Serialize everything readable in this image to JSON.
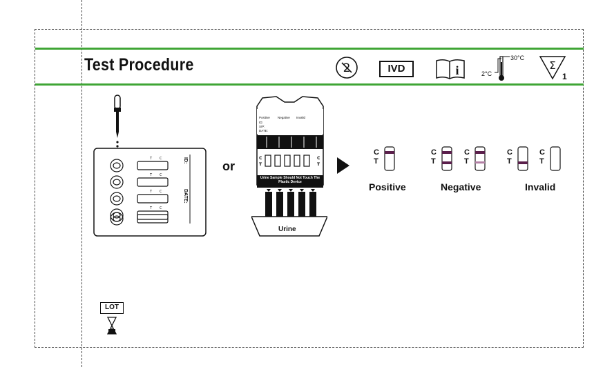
{
  "header": {
    "title": "Test Procedure",
    "symbols": {
      "do_not_reuse": "do-not-reuse-icon",
      "ivd": "IVD",
      "consult_instructions": "info-book-icon",
      "temp_low": "2°C",
      "temp_high": "30°C",
      "sigma_count": "1"
    }
  },
  "devices": {
    "cassette": {
      "id_label": "ID:",
      "date_label": "DATE:"
    },
    "connector": "or",
    "dipcard": {
      "top_labels": [
        "Positive",
        "Negative",
        "Invalid"
      ],
      "fields": [
        "ID:",
        "S/P:",
        "DATE:"
      ],
      "warning": "Urine Sample Should Not Touch The Plastic Device",
      "urine_label": "Urine"
    }
  },
  "results": {
    "positive": "Positive",
    "negative": "Negative",
    "invalid": "Invalid",
    "c_label": "C",
    "t_label": "T",
    "band_color": "#5a1f4b"
  },
  "footer": {
    "lot_label": "LOT"
  }
}
